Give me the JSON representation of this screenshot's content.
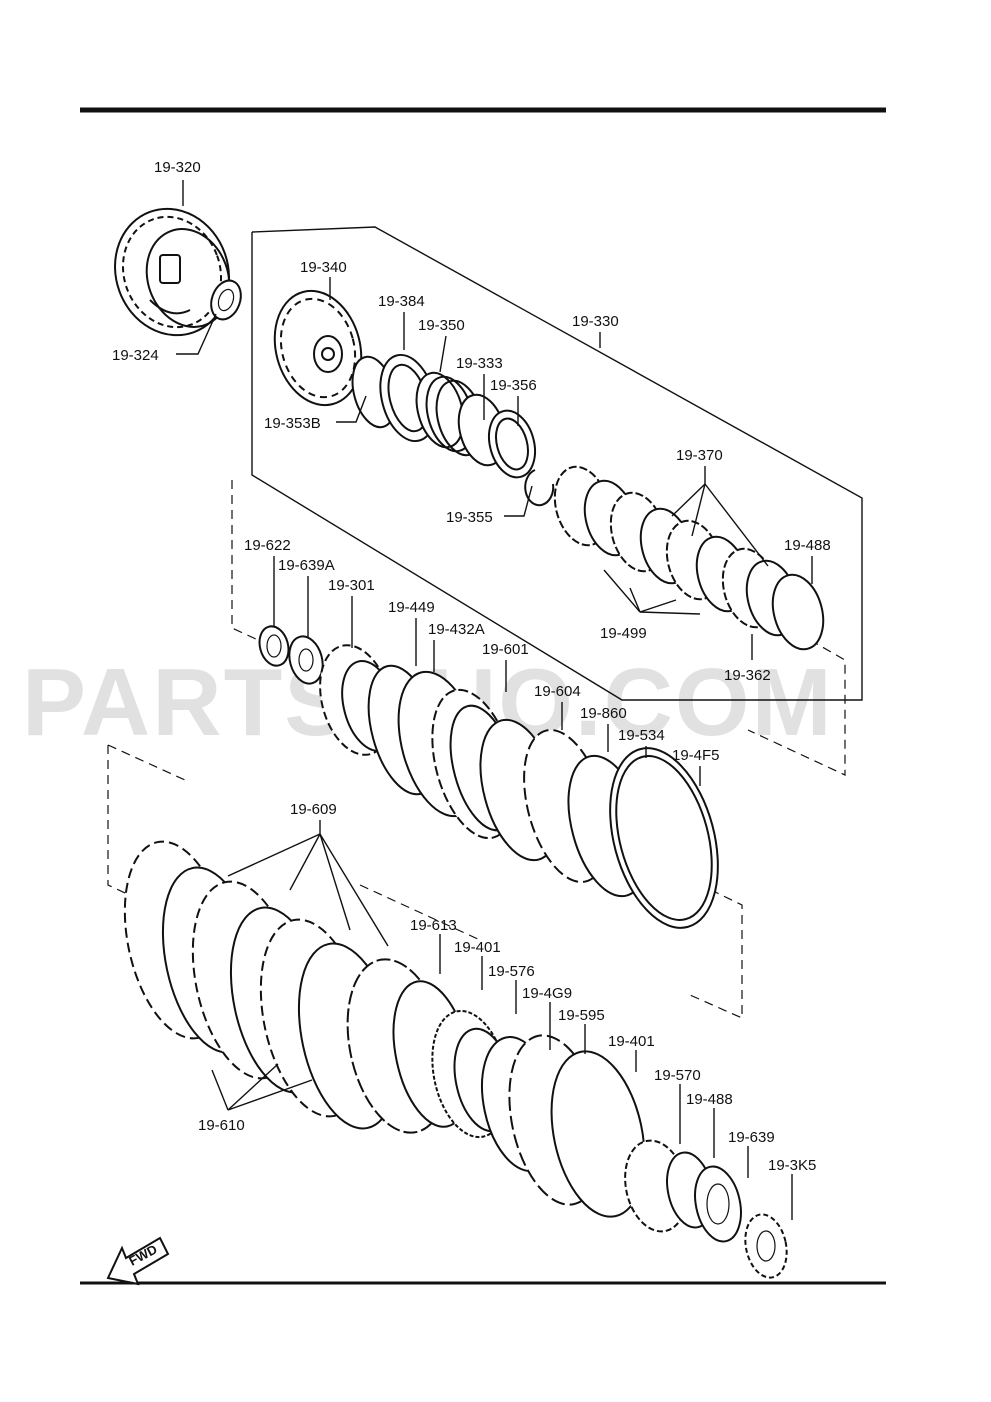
{
  "watermark": "PARTSOUQ.COM",
  "fwd_label": "FWD",
  "labels": {
    "p19_320": "19-320",
    "p19_324": "19-324",
    "p19_340": "19-340",
    "p19_384": "19-384",
    "p19_350": "19-350",
    "p19_330": "19-330",
    "p19_333": "19-333",
    "p19_356": "19-356",
    "p19_353B": "19-353B",
    "p19_355": "19-355",
    "p19_370": "19-370",
    "p19_488a": "19-488",
    "p19_499": "19-499",
    "p19_362": "19-362",
    "p19_622": "19-622",
    "p19_639A": "19-639A",
    "p19_301": "19-301",
    "p19_449": "19-449",
    "p19_432A": "19-432A",
    "p19_601": "19-601",
    "p19_604": "19-604",
    "p19_860": "19-860",
    "p19_534": "19-534",
    "p19_4F5": "19-4F5",
    "p19_609": "19-609",
    "p19_610": "19-610",
    "p19_613": "19-613",
    "p19_401a": "19-401",
    "p19_576": "19-576",
    "p19_4G9": "19-4G9",
    "p19_595": "19-595",
    "p19_401b": "19-401",
    "p19_570": "19-570",
    "p19_488b": "19-488",
    "p19_639": "19-639",
    "p19_3K5": "19-3K5"
  }
}
